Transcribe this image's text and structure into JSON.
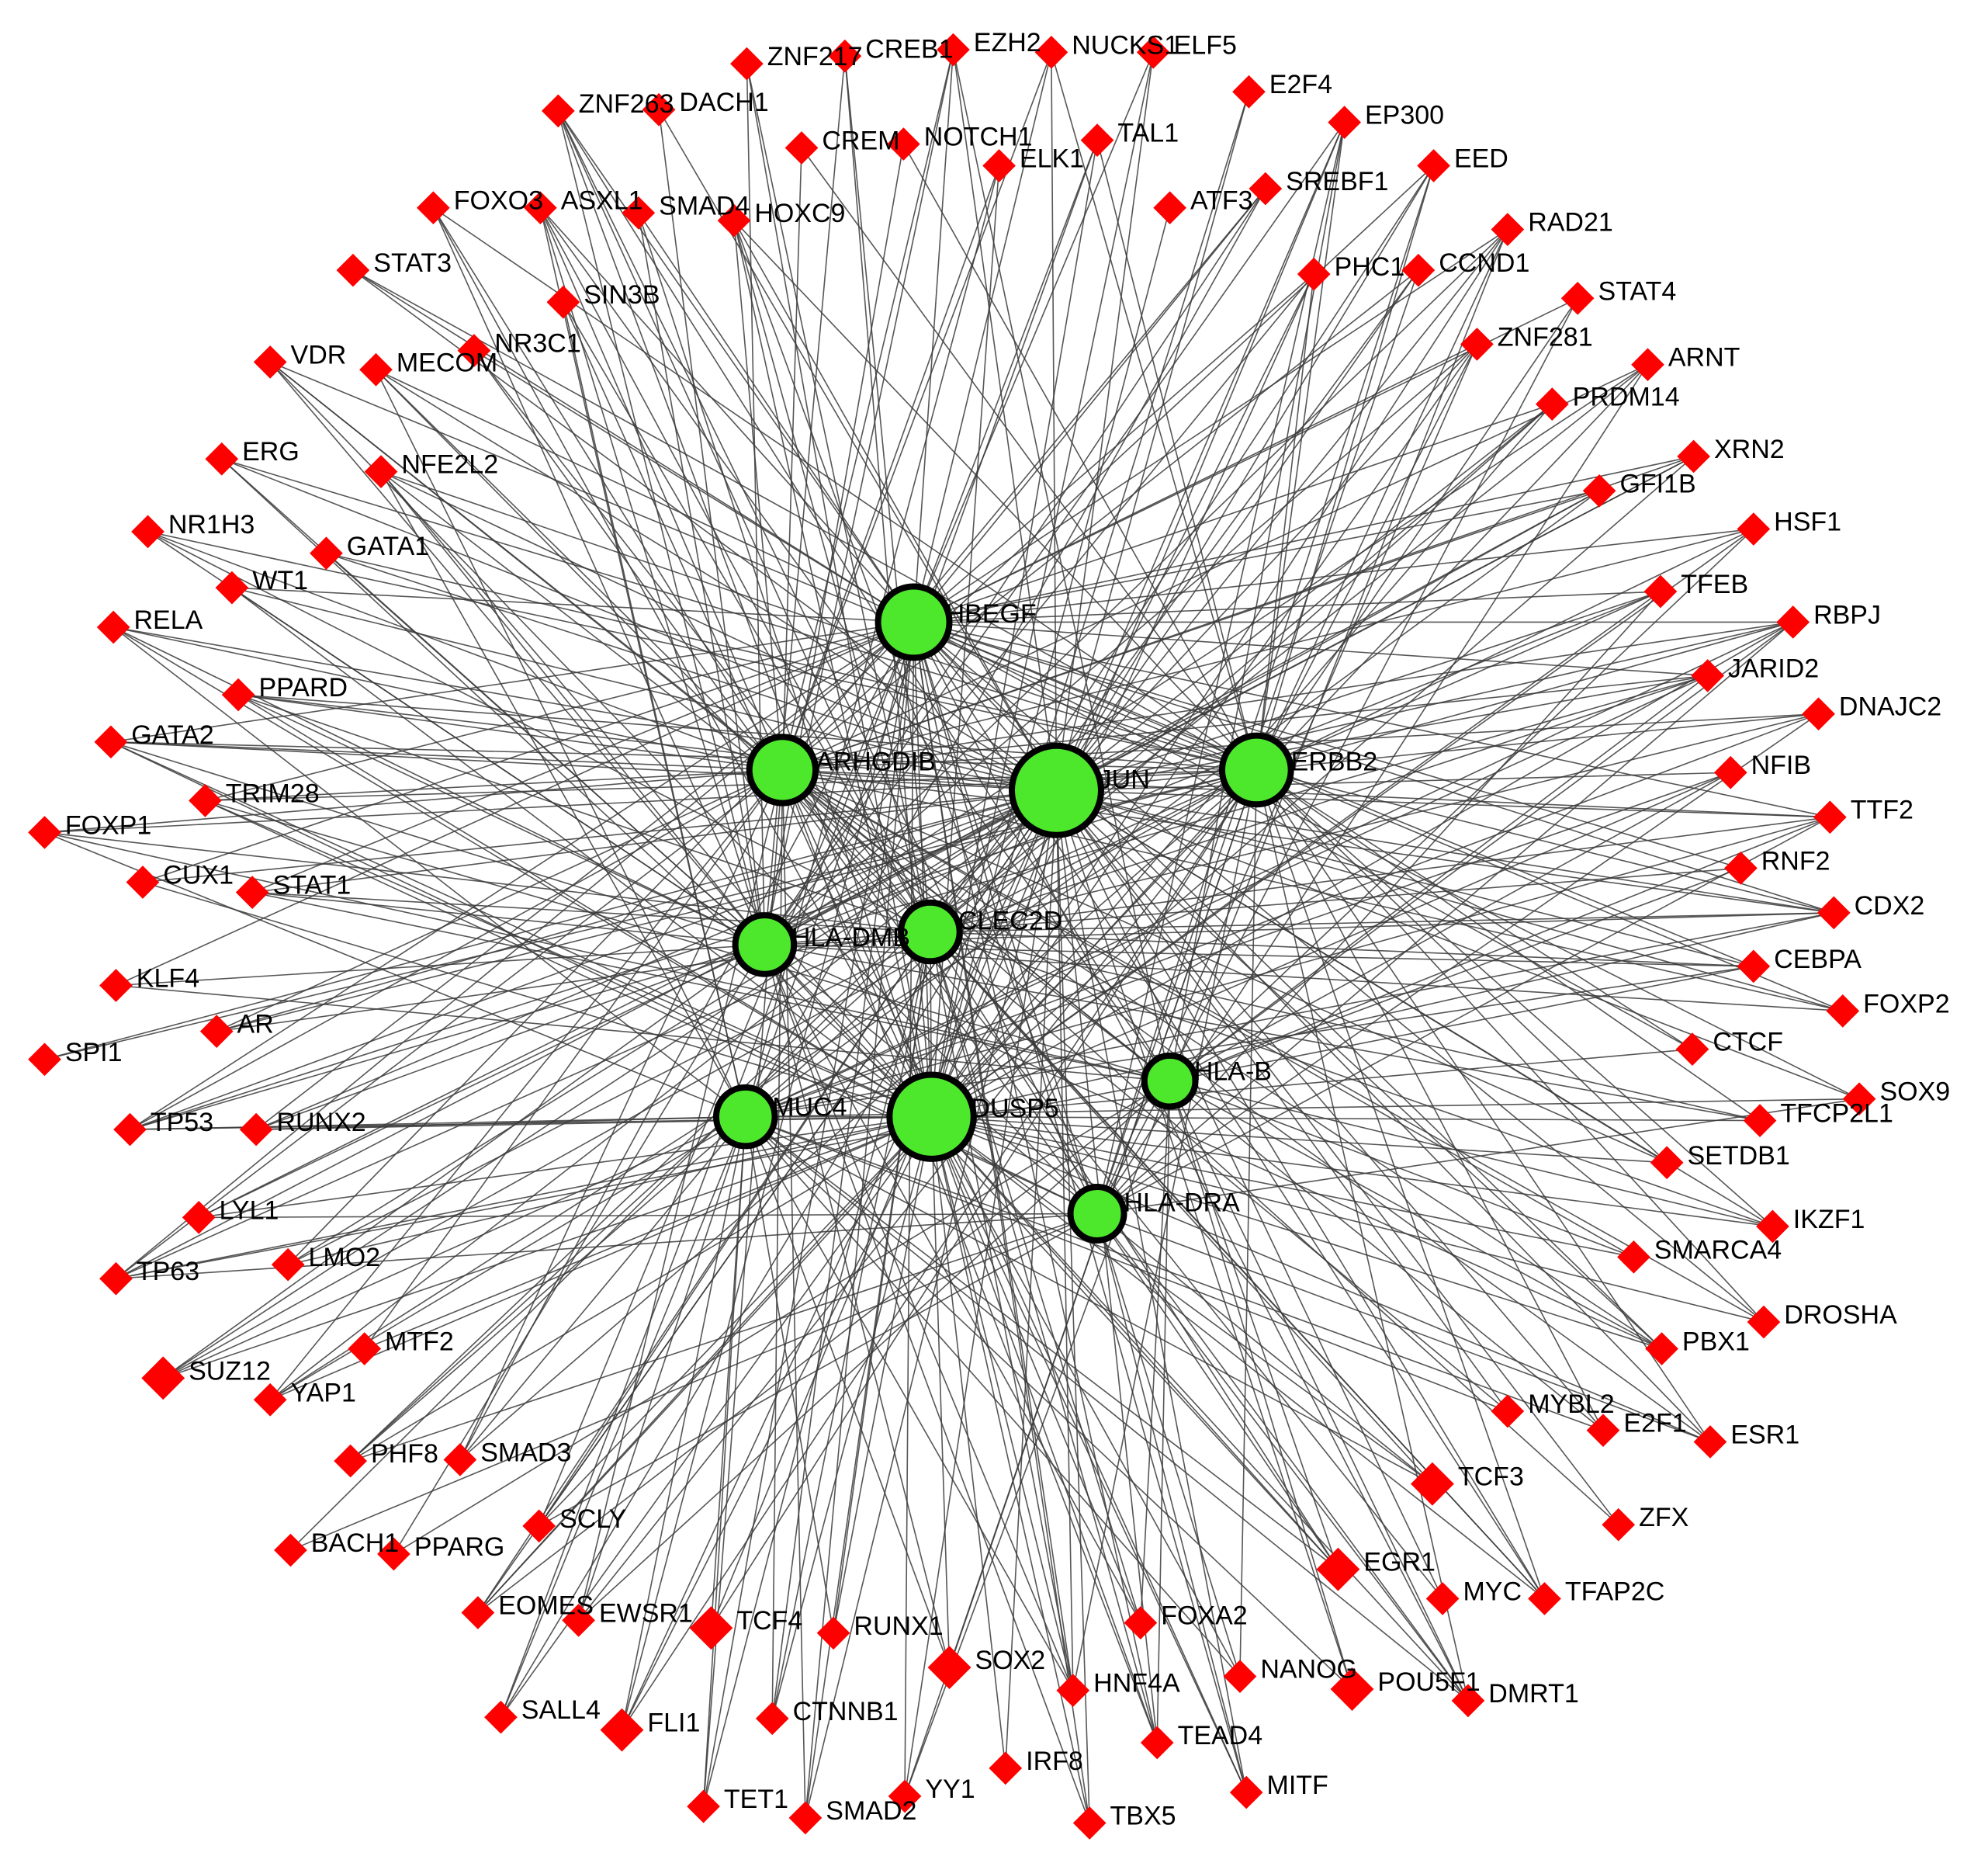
{
  "colors": {
    "tf_node": "#ff0000",
    "hub_node": "#4de82c",
    "hub_outline": "#000000",
    "edge": "#3a3a3a"
  },
  "hubs": [
    {
      "name": "HBEGF"
    },
    {
      "name": "ARHGDIB"
    },
    {
      "name": "JUN"
    },
    {
      "name": "ERBB2"
    },
    {
      "name": "HLA-DMB"
    },
    {
      "name": "CLEC2D"
    },
    {
      "name": "MUC4"
    },
    {
      "name": "DUSP5"
    },
    {
      "name": "HLA-B"
    },
    {
      "name": "HLA-DRA"
    }
  ],
  "tfs": [
    "ZNF217",
    "CREB1",
    "EZH2",
    "NUCKS1",
    "ELF5",
    "E2F4",
    "EP300",
    "EED",
    "RAD21",
    "CCND1",
    "STAT4",
    "ARNT",
    "XRN2",
    "HSF1",
    "RBPJ",
    "DNAJC2",
    "TTF2",
    "CDX2",
    "FOXP2",
    "SOX9",
    "IKZF1",
    "DROSHA",
    "ESR1",
    "ZFX",
    "TFAP2C",
    "DMRT1",
    "MITF",
    "TBX5",
    "IRF8",
    "SMAD2",
    "TET1",
    "SALL4",
    "EOMES",
    "BACH1",
    "PHF8",
    "SUZ12",
    "TP63",
    "TP53",
    "SPI1",
    "FOXP1",
    "GATA2",
    "RELA",
    "NR1H3",
    "ERG",
    "VDR",
    "STAT3",
    "FOXO3",
    "ZNF263",
    "DACH1",
    "CREM",
    "NOTCH1",
    "ELK1",
    "TAL1",
    "ATF3",
    "SREBF1",
    "PHC1",
    "ZNF281",
    "PRDM14",
    "GFI1B",
    "TFEB",
    "JARID2",
    "NFIB",
    "RNF2",
    "CEBPA",
    "CTCF",
    "TFCP2L1",
    "SETDB1",
    "SMARCA4",
    "PBX1",
    "E2F1",
    "MYBL2",
    "TCF3",
    "EGR1",
    "MYC",
    "POU5F1",
    "NANOG",
    "TEAD4",
    "FOXA2",
    "HNF4A",
    "YY1",
    "SOX2",
    "RUNX1",
    "CTNNB1",
    "TCF4",
    "FLI1",
    "EWSR1",
    "SCLY",
    "PPARG",
    "SMAD3",
    "MTF2",
    "YAP1",
    "LMO2",
    "LYL1",
    "RUNX2",
    "AR",
    "KLF4",
    "CUX1",
    "STAT1",
    "TRIM28",
    "PPARD",
    "WT1",
    "GATA1",
    "NFE2L2",
    "MECOM",
    "NR3C1",
    "SIN3B",
    "ASXL1",
    "SMAD4",
    "HOXC9"
  ]
}
